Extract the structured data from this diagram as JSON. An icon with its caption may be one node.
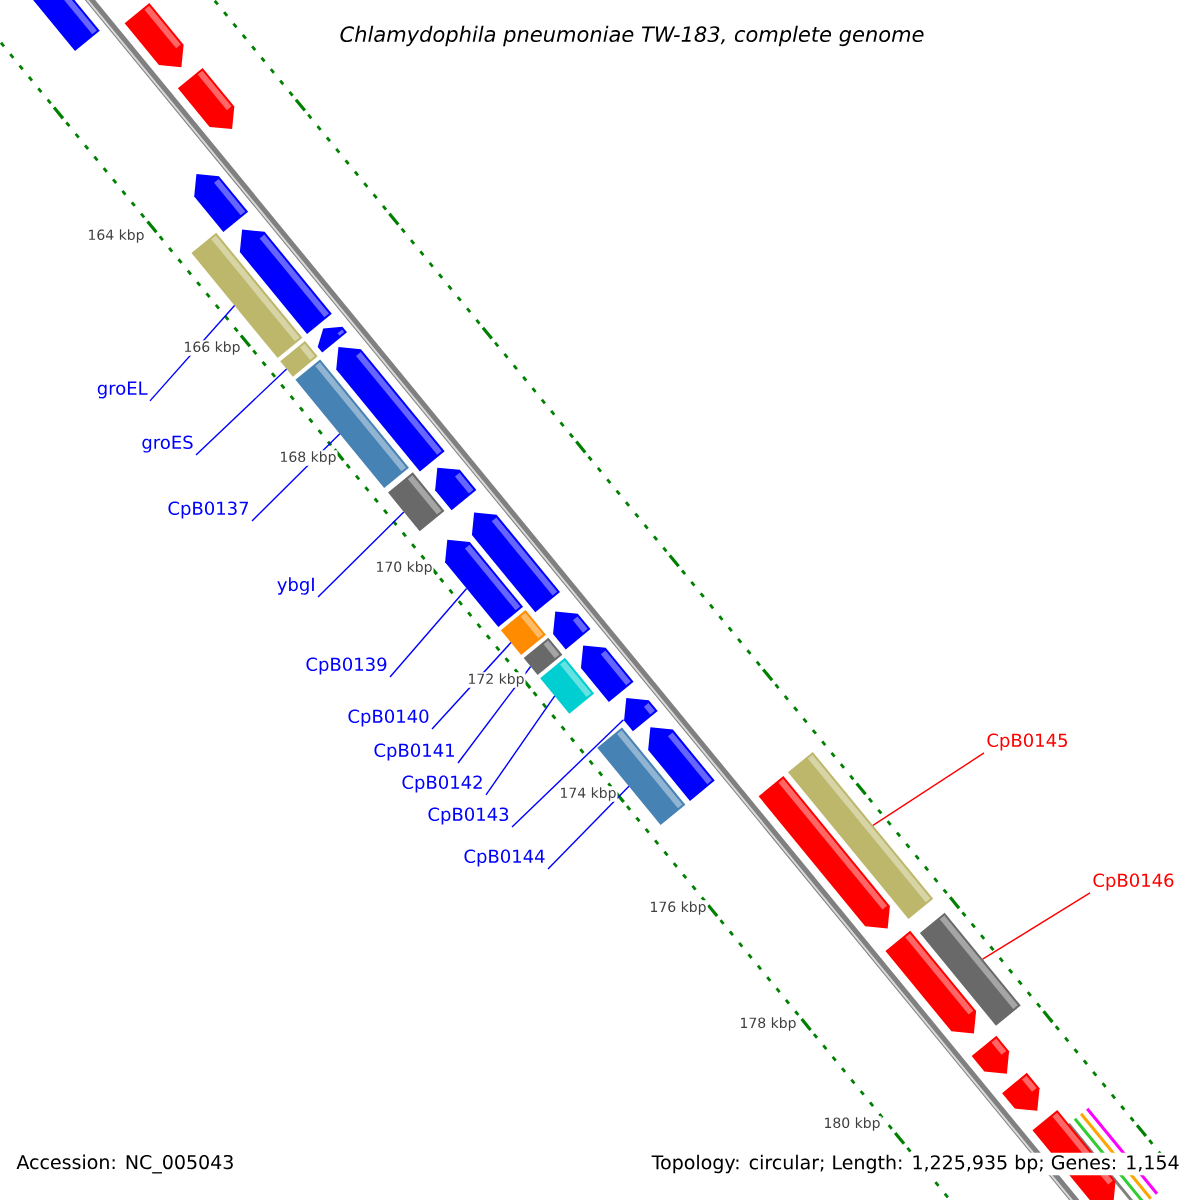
{
  "diagram": {
    "title": "Chlamydophila pneumoniae TW-183, complete genome",
    "nodes": [
      {
        "text": [
          "groEL"
        ]
      },
      {
        "text": [
          "groES"
        ]
      },
      {
        "text": [
          "CpB0137"
        ]
      },
      {
        "text": [
          "ybgI"
        ]
      },
      {
        "text": [
          "CpB0139"
        ]
      },
      {
        "text": [
          "CpB0140"
        ]
      },
      {
        "text": [
          "CpB0141"
        ]
      },
      {
        "text": [
          "CpB0142"
        ]
      },
      {
        "text": [
          "CpB0143"
        ]
      },
      {
        "text": [
          "CpB0144"
        ]
      },
      {
        "text": [
          "CpB0145"
        ]
      },
      {
        "text": [
          "CpB0146"
        ]
      },
      {
        "text": [],
        "shape": "bar"
      },
      {
        "text": [],
        "shape": "bar"
      },
      {
        "text": [],
        "shape": "bar"
      },
      {
        "text": [],
        "shape": "bar"
      },
      {
        "text": [],
        "shape": "arrow"
      },
      {
        "text": [],
        "shape": "bar"
      },
      {
        "text": [],
        "shape": "bar"
      },
      {
        "text": [],
        "shape": "bar"
      },
      {
        "text": [],
        "shape": "arrow"
      },
      {
        "text": [],
        "shape": "bar"
      },
      {
        "text": [],
        "shape": "bar"
      },
      {
        "text": [],
        "shape": "bar"
      },
      {
        "text": [],
        "shape": "arrow"
      },
      {
        "text": [],
        "shape": "arrow"
      },
      {
        "text": [],
        "shape": "arrow"
      },
      {
        "text": [],
        "shape": "arrow"
      },
      {
        "text": [],
        "shape": "arrow"
      },
      {
        "text": [],
        "shape": "arrow"
      },
      {
        "text": [],
        "shape": "arrow"
      },
      {
        "text": [],
        "shape": "arrow"
      },
      {
        "text": [],
        "shape": "arrow"
      },
      {
        "text": [],
        "shape": "arrow"
      },
      {
        "text": [],
        "shape": "arrow"
      },
      {
        "text": [],
        "shape": "arrow"
      },
      {
        "text": [],
        "shape": "arrow"
      },
      {
        "text": [],
        "shape": "arrow"
      },
      {
        "text": [],
        "shape": "arrow"
      },
      {
        "text": [],
        "shape": "arrow"
      },
      {
        "text": [],
        "shape": "arrow"
      }
    ],
    "edges": [
      {
        "from": 0,
        "to": 12,
        "arrow": "none"
      },
      {
        "from": 1,
        "to": 13,
        "arrow": "none"
      },
      {
        "from": 2,
        "to": 14,
        "arrow": "none"
      },
      {
        "from": 3,
        "to": 15,
        "arrow": "none"
      },
      {
        "from": 4,
        "to": 16,
        "arrow": "none"
      },
      {
        "from": 5,
        "to": 17,
        "arrow": "none"
      },
      {
        "from": 6,
        "to": 18,
        "arrow": "none"
      },
      {
        "from": 7,
        "to": 19,
        "arrow": "none"
      },
      {
        "from": 8,
        "to": 20,
        "arrow": "none"
      },
      {
        "from": 9,
        "to": 21,
        "arrow": "none"
      },
      {
        "from": 10,
        "to": 22,
        "arrow": "none",
        "color": "#ff0000"
      },
      {
        "from": 11,
        "to": 23,
        "arrow": "none",
        "color": "#ff0000"
      }
    ],
    "labels": [
      "164 kbp",
      "166 kbp",
      "168 kbp",
      "170 kbp",
      "172 kbp",
      "174 kbp",
      "176 kbp",
      "178 kbp",
      "180 kbp",
      "Accession: NC_005043",
      "Topology: circular; Length: 1,225,935 bp; Genes: 1,154"
    ]
  }
}
